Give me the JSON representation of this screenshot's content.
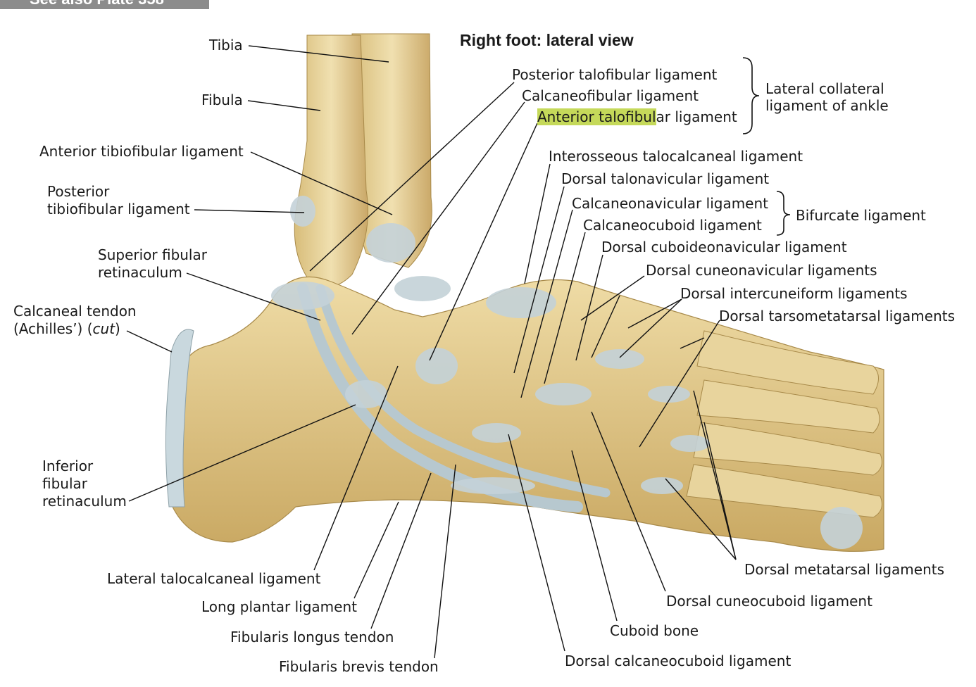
{
  "header": {
    "see_also_prefix": "See also",
    "see_also_plate": "Plate 358"
  },
  "title": "Right foot: lateral view",
  "labels": {
    "tibia": "Tibia",
    "fibula": "Fibula",
    "anterior_tibiofibular": "Anterior tibiofibular ligament",
    "posterior_tibiofibular_1": "Posterior",
    "posterior_tibiofibular_2": "tibiofibular ligament",
    "superior_fibular_retinaculum_1": "Superior fibular",
    "superior_fibular_retinaculum_2": "retinaculum",
    "calcaneal_tendon_1": "Calcaneal tendon",
    "calcaneal_tendon_2a": "(Achilles’) (",
    "calcaneal_tendon_2b": "cut",
    "calcaneal_tendon_2c": ")",
    "inferior_fibular_retinaculum_1": "Inferior",
    "inferior_fibular_retinaculum_2": "fibular",
    "inferior_fibular_retinaculum_3": "retinaculum",
    "lateral_talocalcaneal": "Lateral talocalcaneal ligament",
    "long_plantar": "Long plantar ligament",
    "fibularis_longus": "Fibularis longus tendon",
    "fibularis_brevis": "Fibularis brevis tendon",
    "posterior_talofibular": "Posterior talofibular ligament",
    "calcaneofibular": "Calcaneofibular ligament",
    "anterior_talofibular_hl": "Anterior talofibul",
    "anterior_talofibular_rest": "ar ligament",
    "lateral_collateral_1": "Lateral collateral",
    "lateral_collateral_2": "ligament of ankle",
    "interosseous_talocalcaneal": "Interosseous talocalcaneal ligament",
    "dorsal_talonavicular": "Dorsal talonavicular ligament",
    "calcaneonavicular": "Calcaneonavicular ligament",
    "calcaneocuboid": "Calcaneocuboid ligament",
    "bifurcate": "Bifurcate ligament",
    "dorsal_cuboideonavicular": "Dorsal cuboideonavicular ligament",
    "dorsal_cuneonavicular": "Dorsal cuneonavicular ligaments",
    "dorsal_intercuneiform": "Dorsal intercuneiform ligaments",
    "dorsal_tarsometatarsal": "Dorsal tarsometatarsal ligaments",
    "dorsal_metatarsal": "Dorsal metatarsal ligaments",
    "dorsal_cuneocuboid": "Dorsal cuneocuboid ligament",
    "cuboid_bone": "Cuboid bone",
    "dorsal_calcaneocuboid": "Dorsal calcaneocuboid ligament"
  },
  "colors": {
    "bone": "#e3cc8f",
    "bone_shadow": "#b8964e",
    "ligament": "#c4d2d8",
    "tendon": "#b7c8cf",
    "highlight": "#c5d95a",
    "leader": "#111111"
  }
}
